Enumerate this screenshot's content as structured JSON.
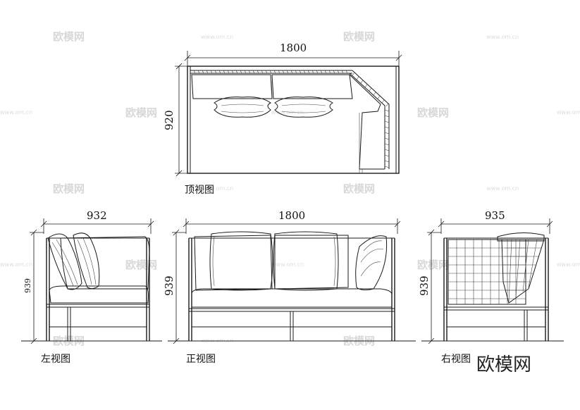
{
  "views": {
    "top": {
      "caption": "顶视图",
      "width_dim": "1800",
      "depth_dim": "920"
    },
    "left": {
      "caption": "左视图",
      "width_dim": "932",
      "height_dim": "939"
    },
    "front": {
      "caption": "正视图",
      "width_dim": "1800",
      "height_dim": "939"
    },
    "right": {
      "caption": "右视图",
      "width_dim": "935",
      "height_dim": "939"
    }
  },
  "watermark": {
    "brand": "欧模网",
    "url": "www.om.cn"
  },
  "logo": {
    "text": "欧模网"
  }
}
